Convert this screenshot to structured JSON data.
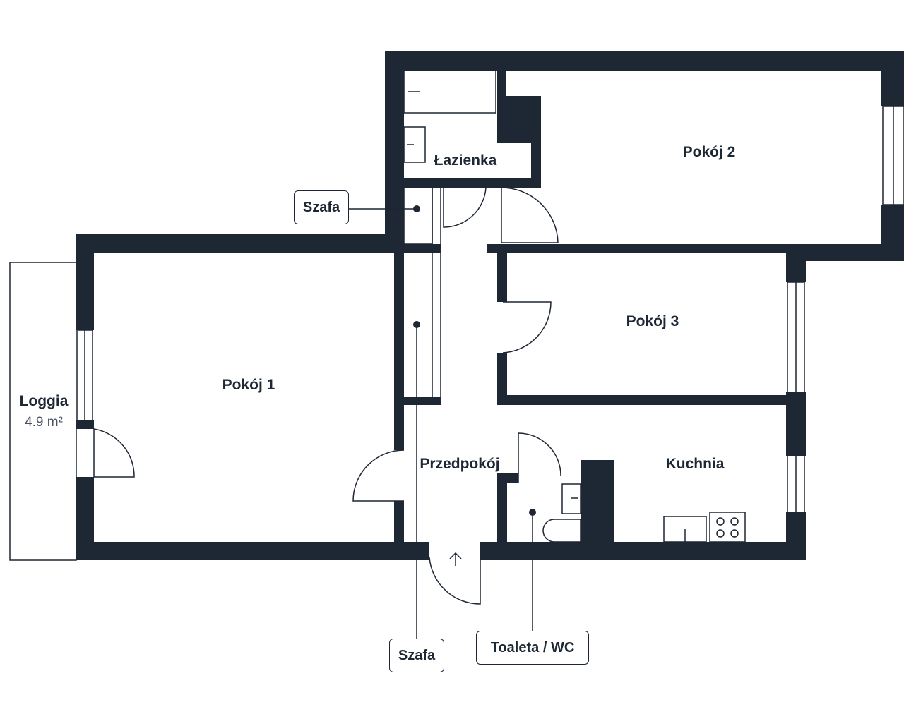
{
  "colors": {
    "wall": "#1e2734",
    "background": "#ffffff"
  },
  "rooms": {
    "lazienka": "Łazienka",
    "pokoj2": "Pokój 2",
    "pokoj3": "Pokój 3",
    "pokoj1": "Pokój 1",
    "loggia": "Loggia",
    "przedpokoj": "Przedpokój",
    "kuchnia": "Kuchnia"
  },
  "loggia_area": "4.9 m²",
  "tags": {
    "szafa_top": "Szafa",
    "szafa_bottom": "Szafa",
    "toaleta": "Toaleta / WC"
  },
  "icons": [
    "entrance-arrow-icon",
    "bathtub-icon",
    "sink-icon",
    "toilet-icon",
    "stove-icon",
    "kitchen-sink-icon"
  ]
}
